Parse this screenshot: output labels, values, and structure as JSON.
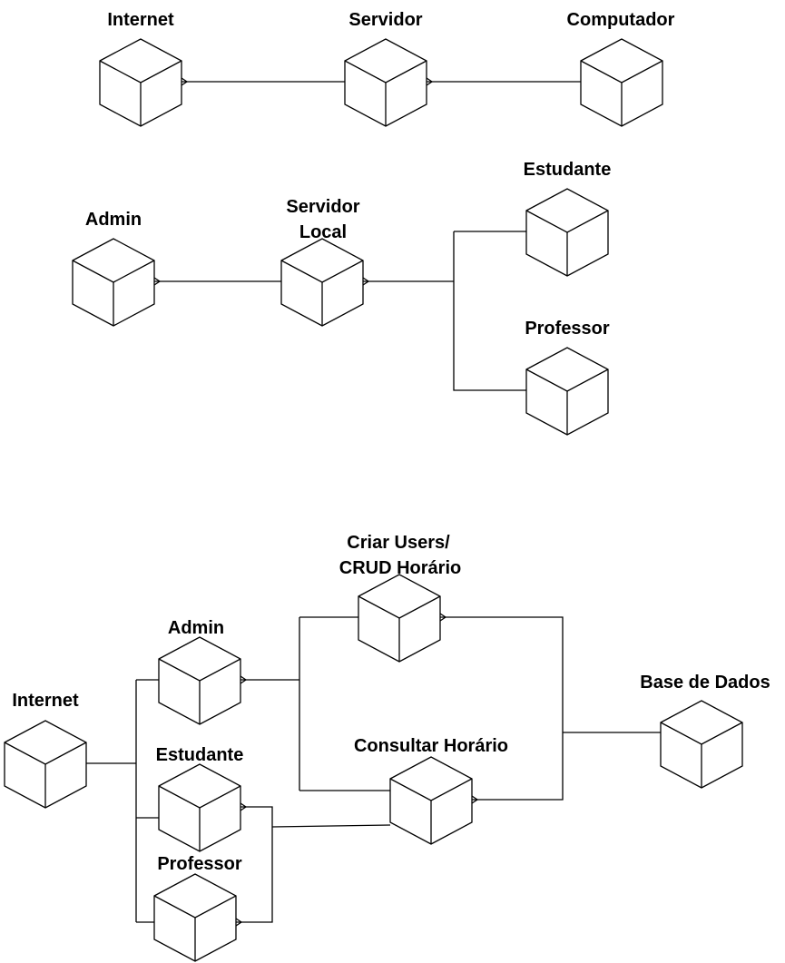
{
  "colors": {
    "stroke": "#000000",
    "background": "#ffffff",
    "fill": "#ffffff"
  },
  "diagram1": {
    "internet": "Internet",
    "servidor": "Servidor",
    "computador": "Computador"
  },
  "diagram2": {
    "admin": "Admin",
    "servidor_local": [
      "Servidor",
      "Local"
    ],
    "estudante": "Estudante",
    "professor": "Professor"
  },
  "diagram3": {
    "criar_users": [
      "Criar Users/",
      "CRUD Horário"
    ],
    "admin": "Admin",
    "internet": "Internet",
    "estudante": "Estudante",
    "consultar_horario": "Consultar Horário",
    "base_de_dados": "Base de Dados",
    "professor": "Professor"
  }
}
